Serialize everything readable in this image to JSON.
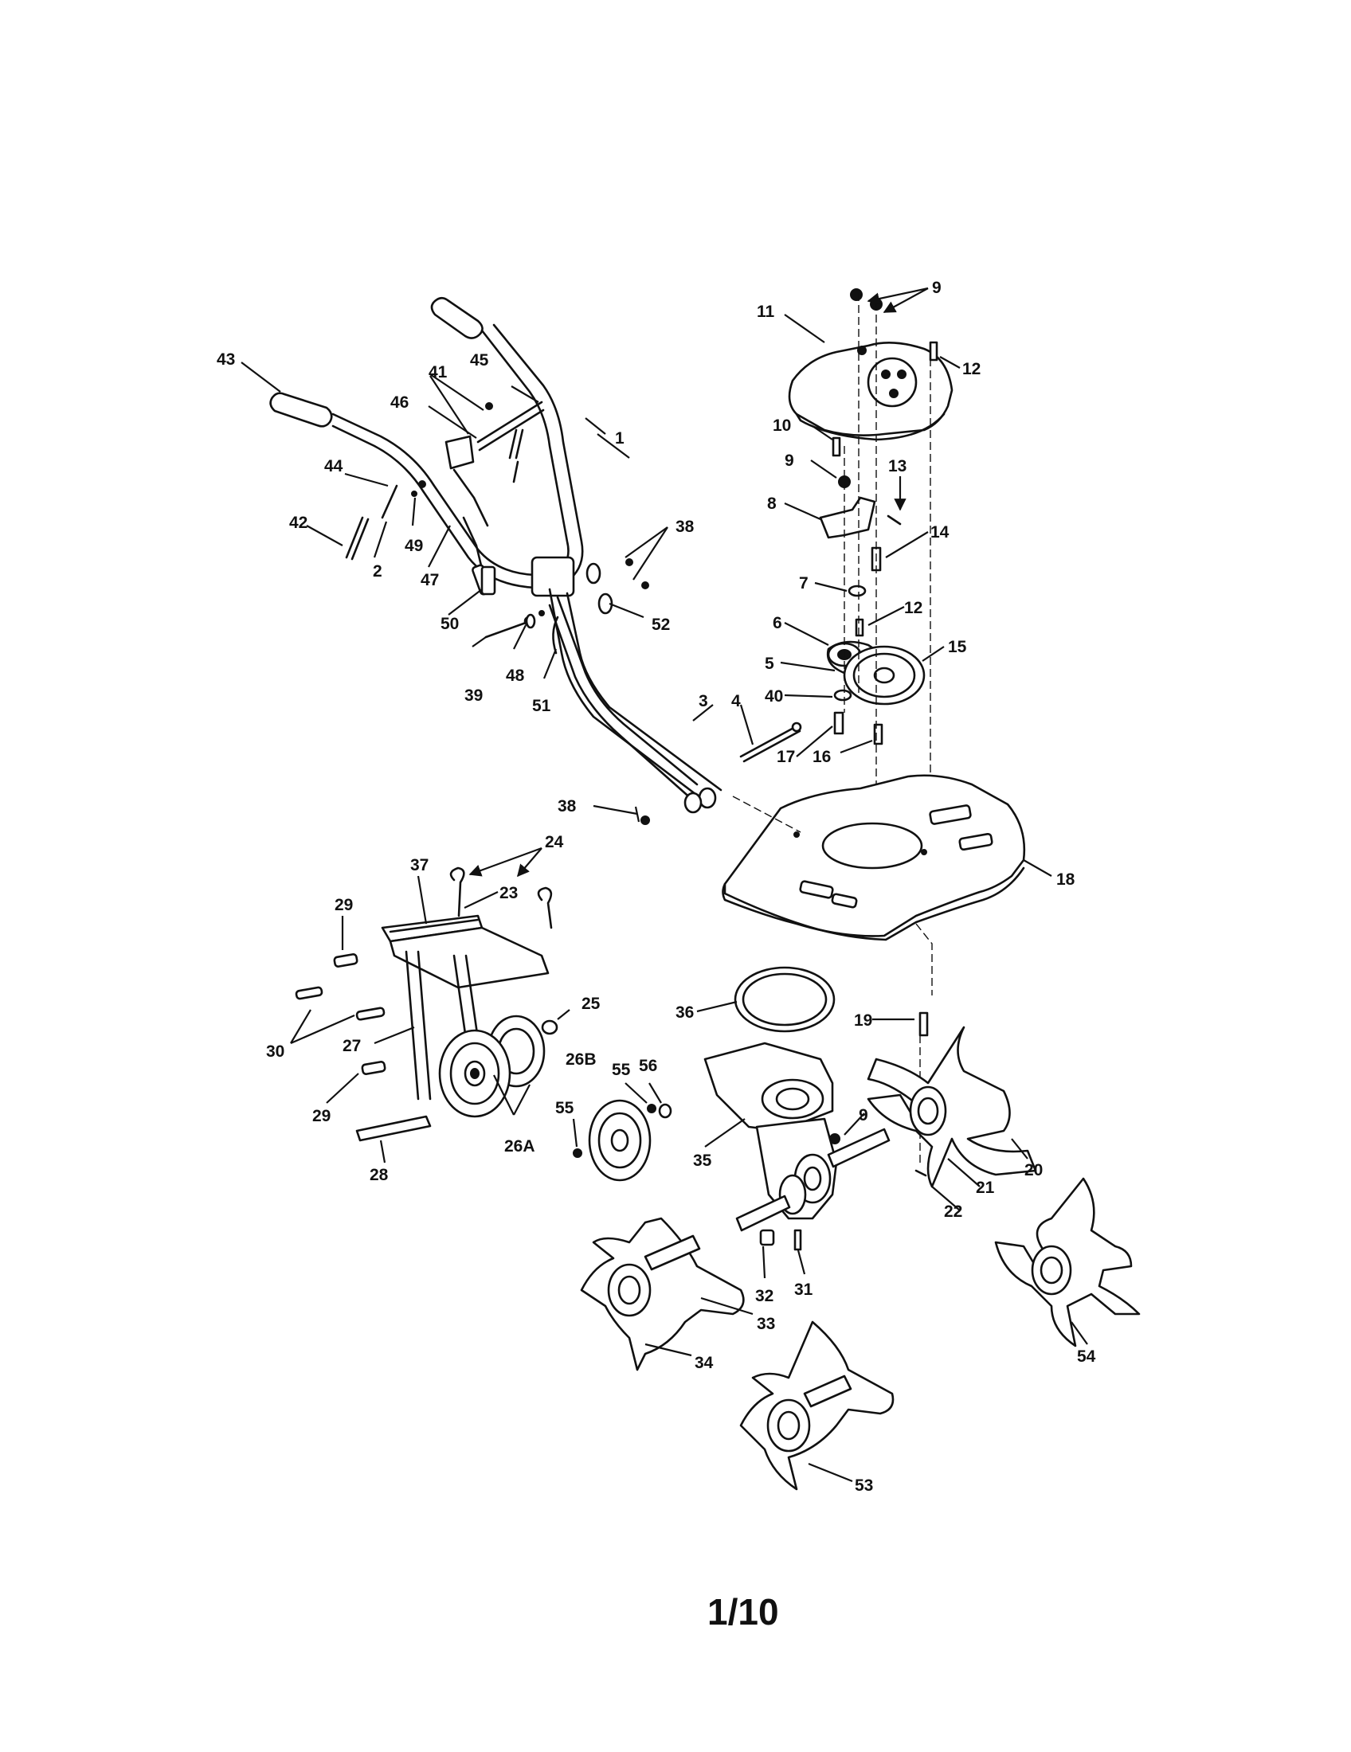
{
  "page": {
    "page_number": "1/10"
  },
  "callouts": [
    "1",
    "2",
    "3",
    "4",
    "5",
    "6",
    "7",
    "8",
    "9",
    "10",
    "11",
    "12",
    "13",
    "14",
    "15",
    "16",
    "17",
    "18",
    "19",
    "20",
    "21",
    "22",
    "23",
    "24",
    "25",
    "26A",
    "26B",
    "27",
    "28",
    "29",
    "30",
    "31",
    "32",
    "33",
    "34",
    "35",
    "36",
    "37",
    "38",
    "39",
    "40",
    "41",
    "42",
    "43",
    "44",
    "45",
    "46",
    "47",
    "48",
    "49",
    "50",
    "51",
    "52",
    "53",
    "54",
    "55",
    "56"
  ]
}
